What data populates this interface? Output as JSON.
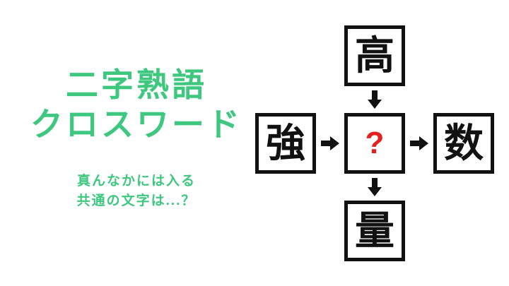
{
  "title": {
    "line1": "二字熟語",
    "line2": "クロスワード"
  },
  "subtitle": {
    "line1": "真んなかには入る",
    "line2": "共通の文字は...？"
  },
  "puzzle": {
    "top": "高",
    "left": "強",
    "center": "?",
    "right": "数",
    "bottom": "量"
  },
  "icons": {
    "arrow_right": "➡",
    "arrow_down": "⬇"
  },
  "colors": {
    "accent_green": "#3ec87f",
    "question_red": "#e3201e",
    "box_border_black": "#111111",
    "background": "#ffffff"
  }
}
